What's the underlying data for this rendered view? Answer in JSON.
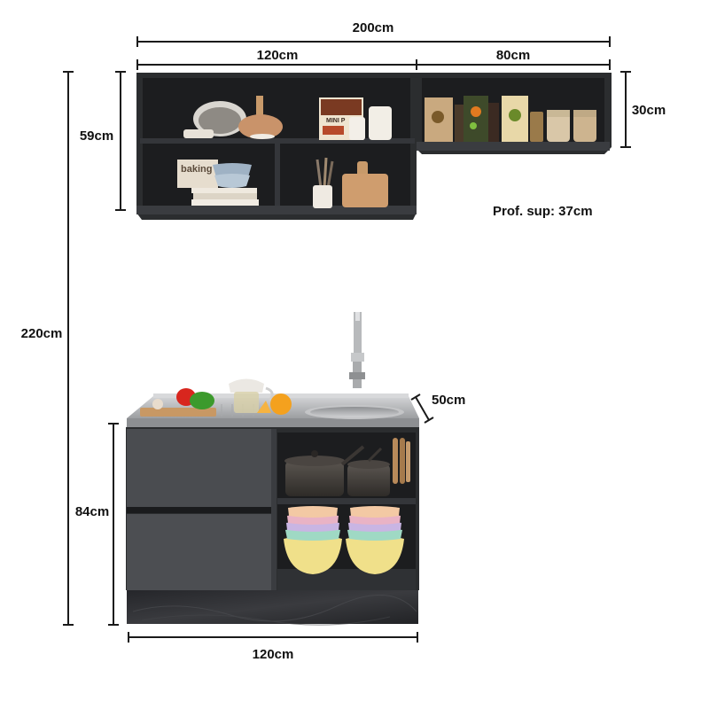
{
  "labels": {
    "total_width": "200cm",
    "upper_left_width": "120cm",
    "upper_right_width": "80cm",
    "upper_left_height": "59cm",
    "upper_right_height": "30cm",
    "upper_depth": "Prof. sup: 37cm",
    "total_height": "220cm",
    "counter_depth": "50cm",
    "lower_height": "84cm",
    "lower_width": "120cm"
  },
  "cabinet_text": {
    "cookbook_1": "MINI P",
    "cookbook_2": "baking"
  },
  "colors": {
    "cabinet_dark": "#2b2d2f",
    "cabinet_interior": "#1c1d1f",
    "drawer_front": "#4a4c50",
    "countertop": "#b8b9bb",
    "plinth_marble": "#2a2b2d",
    "bowl_yellow": "#f0e08a",
    "bowl_mint": "#9fd9c4",
    "bowl_pink": "#e9b3c5",
    "bowl_lilac": "#c9b5e3",
    "bowl_peach": "#f3c9a4"
  }
}
